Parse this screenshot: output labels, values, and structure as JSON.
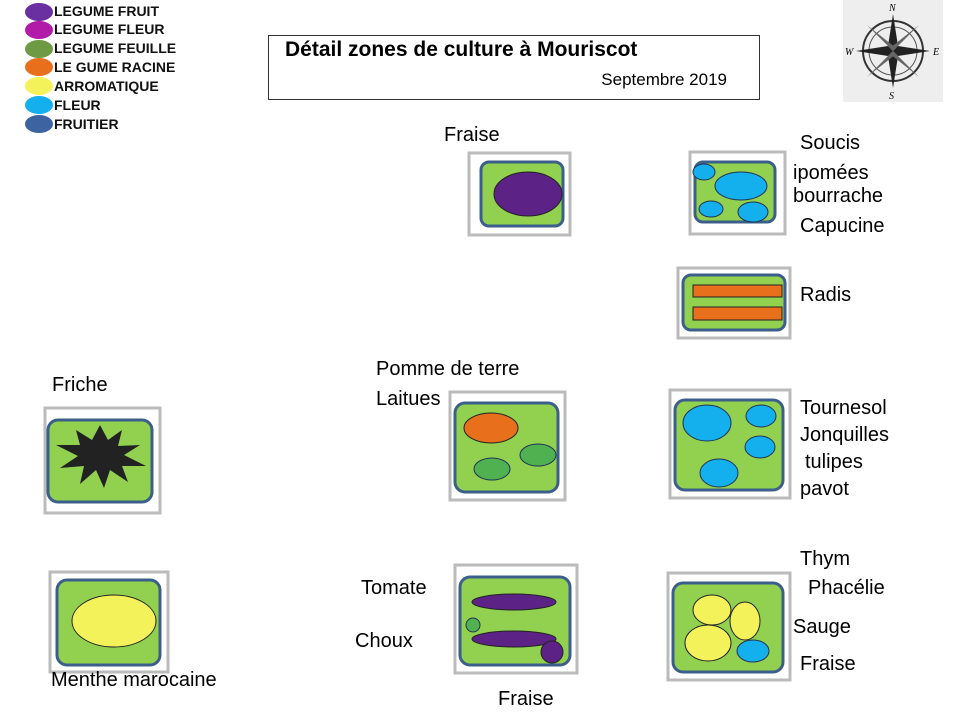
{
  "title": "Détail zones de culture à Mouriscot",
  "subtitle": "Septembre 2019",
  "legend": [
    {
      "label": "LEGUME FRUIT",
      "color": "#6a2fa0"
    },
    {
      "label": "LEGUME FLEUR",
      "color": "#b21aa8"
    },
    {
      "label": "LEGUME FEUILLE",
      "color": "#6f9a45"
    },
    {
      "label": "LE GUME RACINE",
      "color": "#e8701c"
    },
    {
      "label": "ARROMATIQUE",
      "color": "#f4f25a"
    },
    {
      "label": "FLEUR",
      "color": "#14b0ee"
    },
    {
      "label": "FRUITIER",
      "color": "#3d63a0"
    }
  ],
  "compass": {
    "n": "N",
    "s": "S",
    "e": "E",
    "w": "W"
  },
  "labels": {
    "fraise_top": "Fraise",
    "soucis": "Soucis",
    "ipomees": "ipomées",
    "bourrache": "bourrache",
    "capucine": "Capucine",
    "radis": "Radis",
    "pomme_de_terre": "Pomme de terre",
    "laitues": "Laitues",
    "friche": "Friche",
    "tournesol": "Tournesol",
    "jonquilles": "Jonquilles",
    "tulipes": "tulipes",
    "pavot": "pavot",
    "thym": "Thym",
    "phacelie": "Phacélie",
    "sauge": "Sauge",
    "fraise_right": "Fraise",
    "tomate": "Tomate",
    "choux": "Choux",
    "fraise_bottom": "Fraise",
    "menthe": "Menthe marocaine"
  }
}
